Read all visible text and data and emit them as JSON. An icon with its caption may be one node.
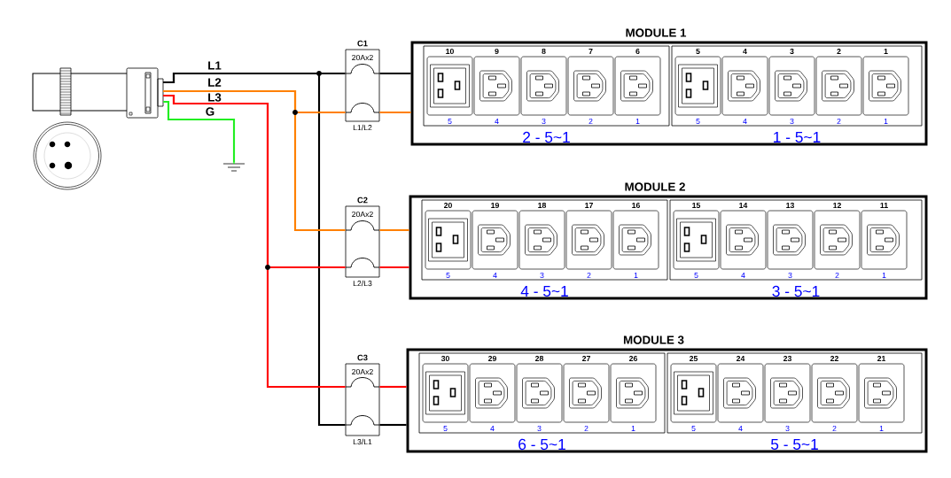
{
  "diagram": {
    "nodes": [
      {
        "text": [],
        "shape": "picture"
      },
      {
        "text": [],
        "shape": "picture"
      },
      {
        "text": [
          "C1",
          "20Ax2",
          "L1/L2"
        ]
      },
      {
        "text": [
          "MODULE 1"
        ]
      },
      {
        "text": [
          "2 - 5~1"
        ],
        "in": 3
      },
      {
        "text": [
          "10",
          "5"
        ],
        "in": 4
      },
      {
        "text": [
          "9",
          "4"
        ],
        "in": 4
      },
      {
        "text": [
          "8",
          "3"
        ],
        "in": 4
      },
      {
        "text": [
          "7",
          "2"
        ],
        "in": 4
      },
      {
        "text": [
          "6",
          "1"
        ],
        "in": 4
      },
      {
        "text": [
          "1 - 5~1"
        ],
        "in": 3
      },
      {
        "text": [
          "5",
          "5"
        ],
        "in": 10
      },
      {
        "text": [
          "4",
          "4"
        ],
        "in": 10
      },
      {
        "text": [
          "3",
          "3"
        ],
        "in": 10
      },
      {
        "text": [
          "2",
          "2"
        ],
        "in": 10
      },
      {
        "text": [
          "1",
          "1"
        ],
        "in": 10
      },
      {
        "text": [
          "C2",
          "20Ax2",
          "L2/L3"
        ]
      },
      {
        "text": [
          "MODULE 2"
        ]
      },
      {
        "text": [
          "4 - 5~1"
        ],
        "in": 17
      },
      {
        "text": [
          "20",
          "5"
        ],
        "in": 18
      },
      {
        "text": [
          "19",
          "4"
        ],
        "in": 18
      },
      {
        "text": [
          "18",
          "3"
        ],
        "in": 18
      },
      {
        "text": [
          "17",
          "2"
        ],
        "in": 18
      },
      {
        "text": [
          "16",
          "1"
        ],
        "in": 18
      },
      {
        "text": [
          "3 - 5~1"
        ],
        "in": 17
      },
      {
        "text": [
          "15",
          "5"
        ],
        "in": 24
      },
      {
        "text": [
          "14",
          "4"
        ],
        "in": 24
      },
      {
        "text": [
          "13",
          "3"
        ],
        "in": 24
      },
      {
        "text": [
          "12",
          "2"
        ],
        "in": 24
      },
      {
        "text": [
          "11",
          "1"
        ],
        "in": 24
      },
      {
        "text": [
          "C3",
          "20Ax2",
          "L3/L1"
        ]
      },
      {
        "text": [
          "MODULE 3"
        ]
      },
      {
        "text": [
          "6 - 5~1"
        ],
        "in": 31
      },
      {
        "text": [
          "30",
          "5"
        ],
        "in": 32
      },
      {
        "text": [
          "29",
          "4"
        ],
        "in": 32
      },
      {
        "text": [
          "28",
          "3"
        ],
        "in": 32
      },
      {
        "text": [
          "27",
          "2"
        ],
        "in": 32
      },
      {
        "text": [
          "26",
          "1"
        ],
        "in": 32
      },
      {
        "text": [
          "5 - 5~1"
        ],
        "in": 31
      },
      {
        "text": [
          "25",
          "5"
        ],
        "in": 38
      },
      {
        "text": [
          "24",
          "4"
        ],
        "in": 38
      },
      {
        "text": [
          "23",
          "3"
        ],
        "in": 38
      },
      {
        "text": [
          "22",
          "2"
        ],
        "in": 38
      },
      {
        "text": [
          "21",
          "1"
        ],
        "in": 38
      }
    ],
    "edges": [
      {
        "from": 0,
        "to": 2,
        "arrow": "none",
        "label": "L1",
        "color": "#000000"
      },
      {
        "from": 0,
        "to": 30,
        "arrow": "none",
        "color": "#000000"
      },
      {
        "from": 0,
        "to": 2,
        "arrow": "none",
        "label": "L2",
        "color": "#ff8000"
      },
      {
        "from": 0,
        "to": 16,
        "arrow": "none",
        "color": "#ff8000"
      },
      {
        "from": 0,
        "to": 16,
        "arrow": "none",
        "label": "L3",
        "color": "#ff0000"
      },
      {
        "from": 0,
        "to": 30,
        "arrow": "none",
        "color": "#ff0000"
      },
      {
        "from": 0,
        "to": 1,
        "arrow": "none",
        "label": "G",
        "color": "#22ee22"
      },
      {
        "from": 2,
        "to": 3,
        "arrow": "none",
        "color": "#000000"
      },
      {
        "from": 2,
        "to": 3,
        "arrow": "none",
        "color": "#ff8000"
      },
      {
        "from": 16,
        "to": 17,
        "arrow": "none",
        "color": "#ff8000"
      },
      {
        "from": 16,
        "to": 17,
        "arrow": "none",
        "color": "#ff0000"
      },
      {
        "from": 30,
        "to": 31,
        "arrow": "none",
        "color": "#ff0000"
      },
      {
        "from": 30,
        "to": 31,
        "arrow": "none",
        "color": "#000000"
      }
    ]
  }
}
